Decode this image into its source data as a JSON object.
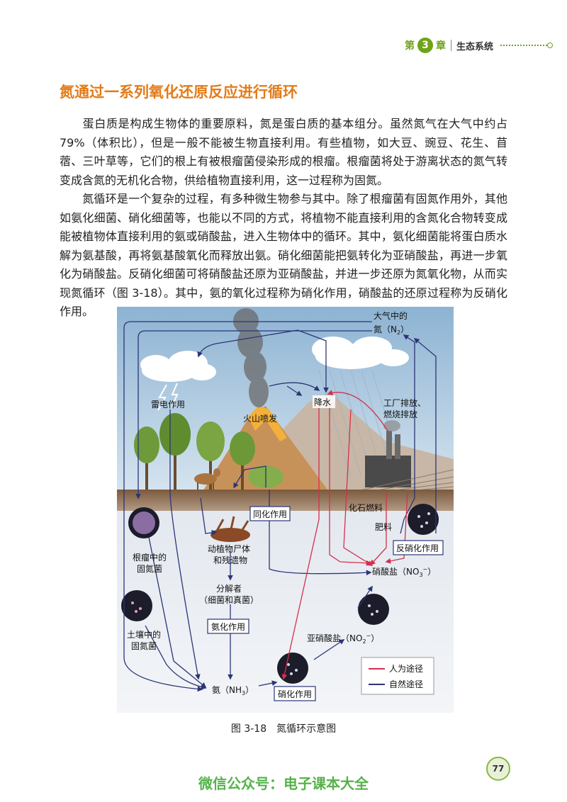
{
  "header": {
    "chapter_prefix": "第",
    "chapter_number": "3",
    "chapter_suffix": "章",
    "chapter_name": "生态系统"
  },
  "section_title": "氮通过一系列氧化还原反应进行循环",
  "paragraphs": [
    "蛋白质是构成生物体的重要原料，氮是蛋白质的基本组分。虽然氮气在大气中约占79%（体积比），但是一般不能被生物直接利用。有些植物，如大豆、豌豆、花生、苜蓿、三叶草等，它们的根上有被根瘤菌侵染形成的根瘤。根瘤菌将处于游离状态的氮气转变成含氮的无机化合物，供给植物直接利用，这一过程称为固氮。",
    "氮循环是一个复杂的过程，有多种微生物参与其中。除了根瘤菌有固氮作用外，其他如氨化细菌、硝化细菌等，也能以不同的方式，将植物不能直接利用的含氮化合物转变成能被植物体直接利用的氨或硝酸盐，进入生物体中的循环。其中，氨化细菌能将蛋白质水解为氨基酸，再将氨基酸氧化而释放出氨。硝化细菌能把氨转化为亚硝酸盐，再进一步氧化为硝酸盐。反硝化细菌可将硝酸盐还原为亚硝酸盐，并进一步还原为氮氧化物，从而实现氮循环（图 3-18）。其中，氨的氧化过程称为硝化作用，硝酸盐的还原过程称为反硝化作用。"
  ],
  "figure": {
    "labels": {
      "atmosphere_line1": "大气中的",
      "atmosphere_line2": "氮（N",
      "atmosphere_sub": "2",
      "atmosphere_close": "）",
      "lightning": "雷电作用",
      "volcano": "火山喷发",
      "precipitation": "降水",
      "factory_line1": "工厂排放、",
      "factory_line2": "燃烧排放",
      "assimilation": "同化作用",
      "fossil_fuel": "化石燃料",
      "fertilizer": "肥料",
      "denitrification": "反硝化作用",
      "remains_line1": "动植物尸体",
      "remains_line2": "和残遗物",
      "root_line1": "根瘤中的",
      "root_line2": "固氮菌",
      "nitrate": "硝酸盐（NO",
      "nitrate_sub": "3",
      "nitrate_sup": "−",
      "nitrate_close": "）",
      "decomposer_line1": "分解者",
      "decomposer_line2": "（细菌和真菌）",
      "ammonification": "氨化作用",
      "soil_line1": "土壤中的",
      "soil_line2": "固氮菌",
      "nitrite": "亚硝酸盐（NO",
      "nitrite_sub": "2",
      "nitrite_sup": "−",
      "nitrite_close": "）",
      "ammonia": "氨（NH",
      "ammonia_sub": "3",
      "ammonia_close": "）",
      "nitrification": "硝化作用",
      "legend_human": "人为途径",
      "legend_natural": "自然途径"
    },
    "colors": {
      "natural": "#2c3577",
      "human": "#d62f4b",
      "sky": "#a9c6de",
      "soil": "#8c6a4c"
    },
    "caption": "图 3-18　氮循环示意图"
  },
  "page_number": "77",
  "footer": "微信公众号：电子课本大全"
}
